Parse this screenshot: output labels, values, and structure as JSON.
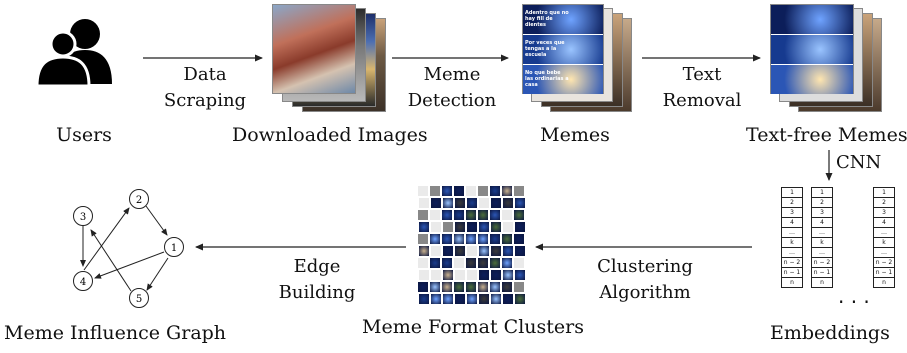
{
  "nodes": {
    "users": "Users",
    "downloaded": "Downloaded Images",
    "memes": "Memes",
    "textfree": "Text-free Memes",
    "embeddings": "Embeddings",
    "clusters": "Meme Format Clusters",
    "graph": "Meme Influence Graph"
  },
  "edges": {
    "scraping_1": "Data",
    "scraping_2": "Scraping",
    "detection_1": "Meme",
    "detection_2": "Detection",
    "removal_1": "Text",
    "removal_2": "Removal",
    "cnn": "CNN",
    "clustering_1": "Clustering",
    "clustering_2": "Algorithm",
    "building_1": "Edge",
    "building_2": "Building"
  },
  "graph_nodes": [
    "1",
    "2",
    "3",
    "4",
    "5"
  ],
  "embedding_cells": [
    "1",
    "2",
    "3",
    "4",
    "…",
    "k",
    "…",
    "n − 2",
    "n − 1",
    "n"
  ],
  "embedding_cells_last": [
    "1",
    "2",
    "3",
    "4",
    "…",
    "k",
    "…",
    "n − 2",
    "n − 1",
    "n"
  ],
  "embedding_ellipsis": ". . .",
  "meme_captions": [
    "Adentro que no hay fill de dientes",
    "Por veces que tengas a la escuela",
    "No que bebe las ordinarias a casa"
  ],
  "colors": {
    "arrow": "#222222",
    "node_fill": "#ffffff",
    "brain_blue": "#1a3c8c"
  }
}
